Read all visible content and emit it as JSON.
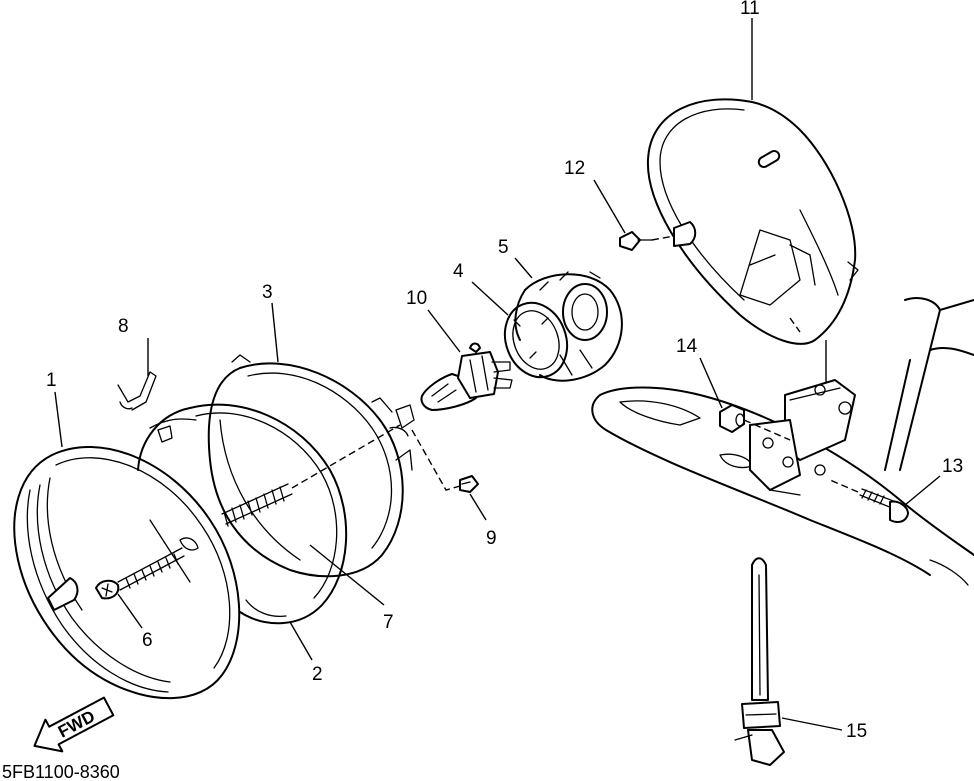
{
  "diagram_code": "5FB1100-8360",
  "direction_label": "FWD",
  "callouts": [
    {
      "id": "c1",
      "label": "1"
    },
    {
      "id": "c2",
      "label": "2"
    },
    {
      "id": "c3",
      "label": "3"
    },
    {
      "id": "c4",
      "label": "4"
    },
    {
      "id": "c5",
      "label": "5"
    },
    {
      "id": "c6",
      "label": "6"
    },
    {
      "id": "c7",
      "label": "7"
    },
    {
      "id": "c8",
      "label": "8"
    },
    {
      "id": "c9",
      "label": "9"
    },
    {
      "id": "c10",
      "label": "10"
    },
    {
      "id": "c11",
      "label": "11"
    },
    {
      "id": "c12",
      "label": "12"
    },
    {
      "id": "c13",
      "label": "13"
    },
    {
      "id": "c14",
      "label": "14"
    },
    {
      "id": "c15",
      "label": "15"
    }
  ],
  "colors": {
    "ink": "#000000",
    "paper": "#ffffff"
  }
}
